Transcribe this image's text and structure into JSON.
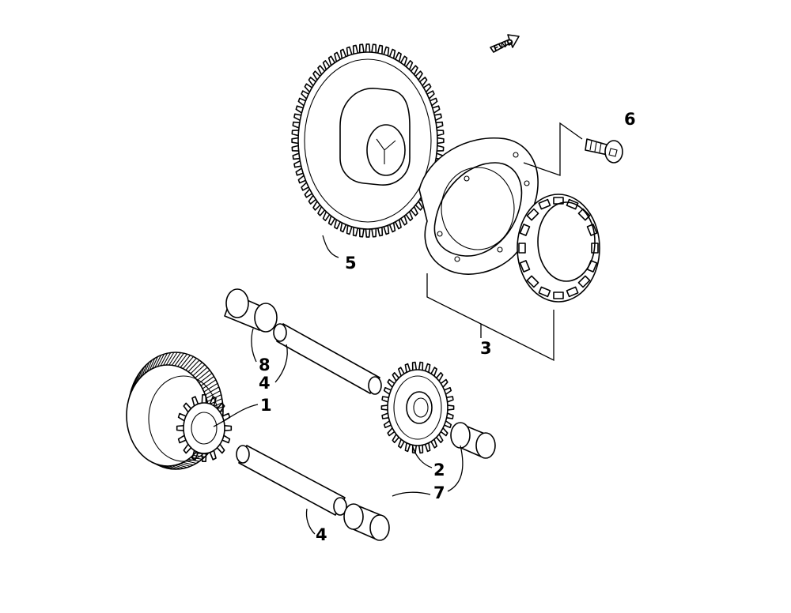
{
  "diagram": {
    "forward_marker": "FWD",
    "callouts": [
      {
        "id": "c5",
        "label": "5"
      },
      {
        "id": "c6",
        "label": "6"
      },
      {
        "id": "c3",
        "label": "3"
      },
      {
        "id": "c8",
        "label": "8"
      },
      {
        "id": "c4a",
        "label": "4"
      },
      {
        "id": "c1",
        "label": "1"
      },
      {
        "id": "c2",
        "label": "2"
      },
      {
        "id": "c7",
        "label": "7"
      },
      {
        "id": "c4b",
        "label": "4"
      }
    ]
  }
}
